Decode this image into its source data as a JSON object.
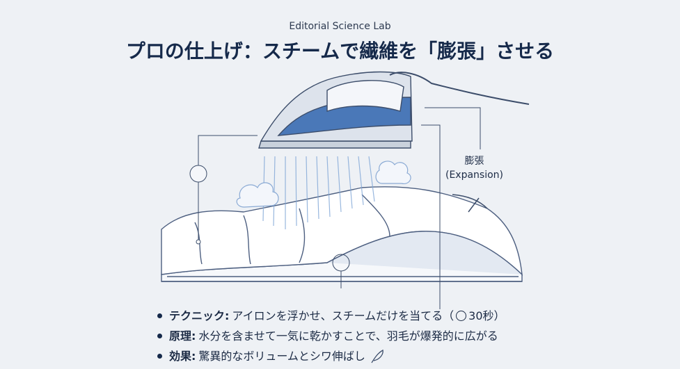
{
  "header": {
    "subtitle": "Editorial Science Lab",
    "title": "プロの仕上げ：スチームで繊維を「膨張」させる"
  },
  "diagram": {
    "label_jp": "膨張",
    "label_en": "(Expansion)",
    "accent": "#4a78b8"
  },
  "bullets": [
    {
      "key": "テクニック:",
      "text": "アイロンを浮かせ、スチームだけを当てる（",
      "time": "30秒）",
      "icon": "clock-icon"
    },
    {
      "key": "原理:",
      "text": "水分を含ませて一気に乾かすことで、羽毛が爆発的に広がる"
    },
    {
      "key": "効果:",
      "text": "驚異的なボリュームとシワ伸ばし",
      "icon": "feather-icon"
    }
  ]
}
